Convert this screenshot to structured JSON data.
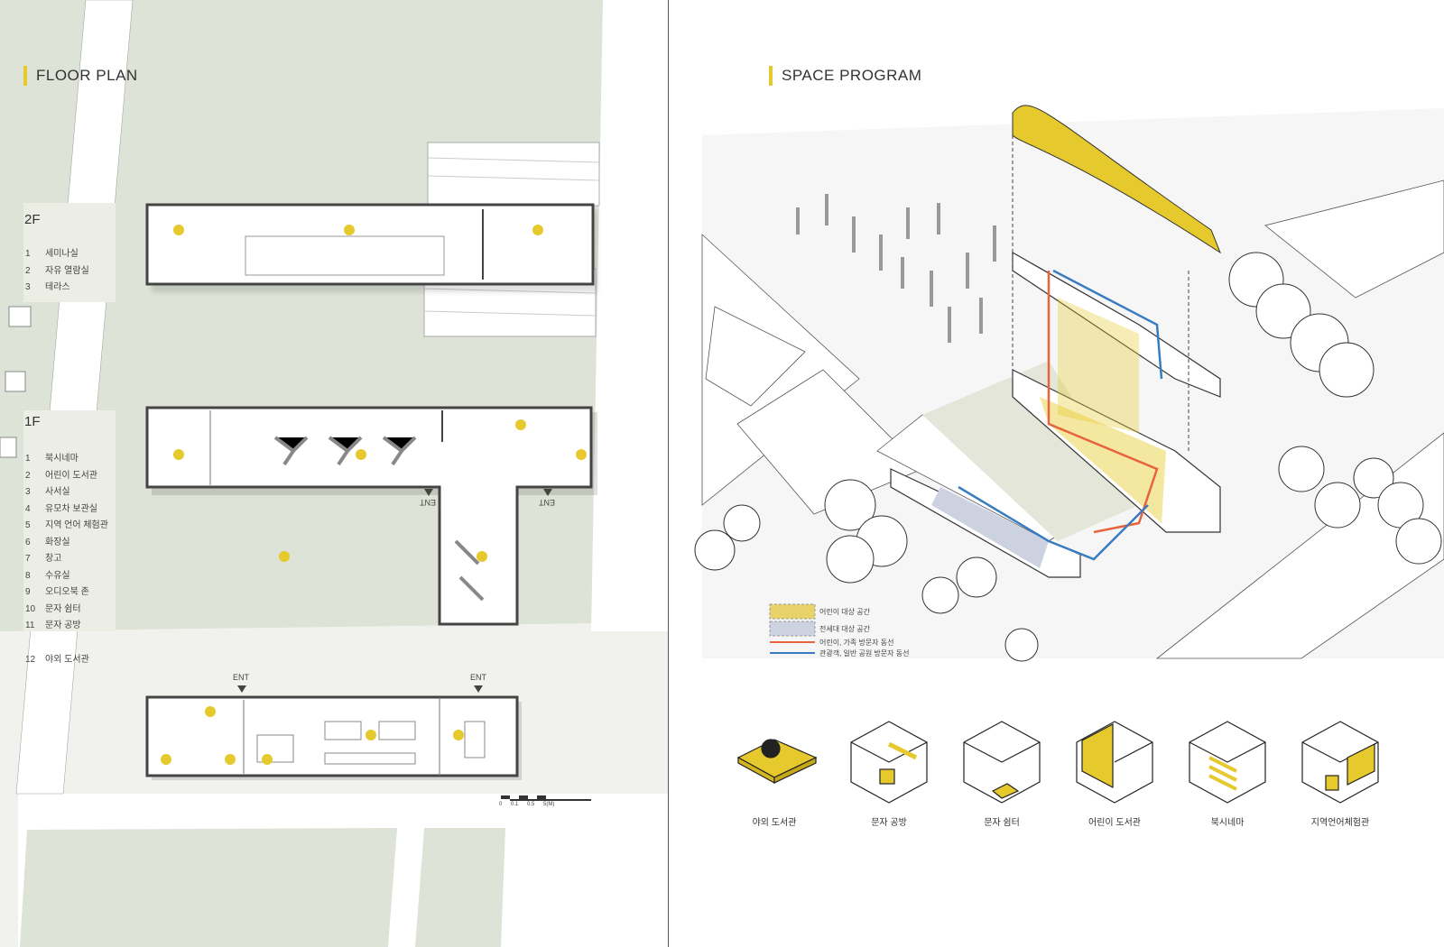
{
  "floor_plan": {
    "title": "FLOOR PLAN",
    "f2": {
      "label": "2F",
      "items": [
        {
          "n": "1",
          "name": "세미나실"
        },
        {
          "n": "2",
          "name": "자유 열람실"
        },
        {
          "n": "3",
          "name": "테라스"
        }
      ]
    },
    "f1": {
      "label": "1F",
      "items": [
        {
          "n": "1",
          "name": "북시네마"
        },
        {
          "n": "2",
          "name": "어린이 도서관"
        },
        {
          "n": "3",
          "name": "사서실"
        },
        {
          "n": "4",
          "name": "유모차 보관실"
        },
        {
          "n": "5",
          "name": "지역 언어 체험관"
        },
        {
          "n": "6",
          "name": "화장실"
        },
        {
          "n": "7",
          "name": "창고"
        },
        {
          "n": "8",
          "name": "수유실"
        },
        {
          "n": "9",
          "name": "오디오북 존"
        },
        {
          "n": "10",
          "name": "문자 쉼터"
        },
        {
          "n": "11",
          "name": "문자 공방"
        }
      ]
    },
    "outdoor": {
      "n": "12",
      "name": "야외 도서관"
    },
    "ent": "ENT",
    "scale": [
      "0",
      "0.1",
      "0.5",
      "5(M)"
    ]
  },
  "space_program": {
    "title": "SPACE PROGRAM",
    "legend": [
      "어린이 대상 공간",
      "전세대 대상 공간",
      "어린이, 가족 방문자 동선",
      "관광객, 일반 공원 방문자 동선"
    ],
    "icons": [
      "야외 도서관",
      "문자 공방",
      "문자 쉼터",
      "어린이 도서관",
      "북시네마",
      "지역언어체험관"
    ]
  },
  "colors": {
    "accent": "#e6c92c",
    "green": "#dde3d6",
    "orange": "#e8643c",
    "blue": "#3a7cc0",
    "lilac": "#cdd2e0"
  }
}
